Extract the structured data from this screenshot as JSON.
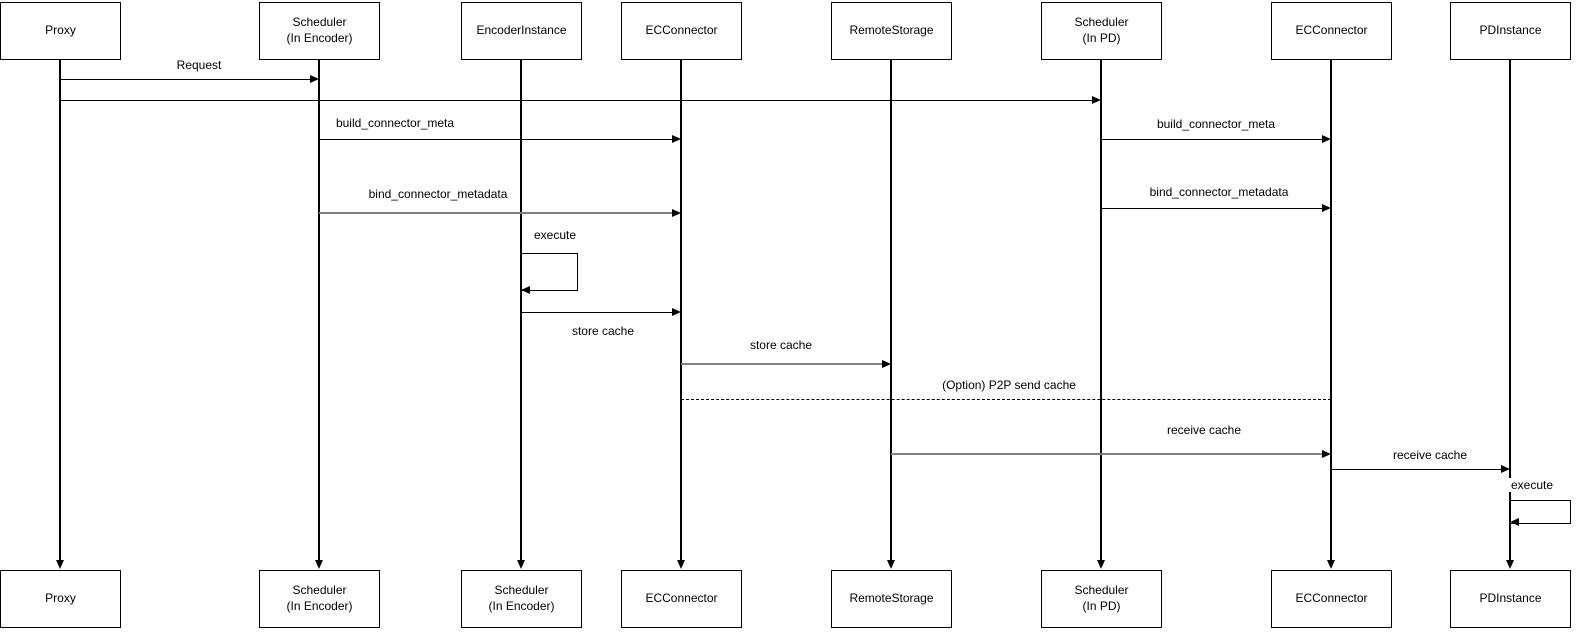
{
  "diagram": {
    "type": "uml-sequence-diagram",
    "background_color": "#ffffff",
    "line_color": "#000000",
    "secondary_line_color": "#808080",
    "text_color": "#000000"
  },
  "participants": [
    {
      "id": "proxy",
      "top_label": "Proxy",
      "bottom_label": "Proxy"
    },
    {
      "id": "scheduler-encoder",
      "top_label": "Scheduler\n(In Encoder)",
      "bottom_label": "Scheduler\n(In Encoder)"
    },
    {
      "id": "encoder-instance",
      "top_label": "EncoderInstance",
      "bottom_label": "Scheduler\n(In Encoder)"
    },
    {
      "id": "ec-connector-1",
      "top_label": "ECConnector",
      "bottom_label": "ECConnector"
    },
    {
      "id": "remote-storage",
      "top_label": "RemoteStorage",
      "bottom_label": "RemoteStorage"
    },
    {
      "id": "scheduler-pd",
      "top_label": "Scheduler\n(In PD)",
      "bottom_label": "Scheduler\n(In PD)"
    },
    {
      "id": "ec-connector-2",
      "top_label": "ECConnector",
      "bottom_label": "ECConnector"
    },
    {
      "id": "pd-instance",
      "top_label": "PDInstance",
      "bottom_label": "PDInstance"
    }
  ],
  "messages": [
    {
      "label": "Request",
      "from": "Proxy",
      "to": "Scheduler (In Encoder)",
      "style": "solid"
    },
    {
      "label": "",
      "from": "Proxy",
      "to": "Scheduler (In PD)",
      "style": "solid"
    },
    {
      "label": "build_connector_meta",
      "from": "Scheduler (In Encoder)",
      "to": "ECConnector",
      "style": "solid"
    },
    {
      "label": "build_connector_meta",
      "from": "Scheduler (In PD)",
      "to": "ECConnector",
      "style": "solid"
    },
    {
      "label": "bind_connector_metadata",
      "from": "Scheduler (In Encoder)",
      "to": "ECConnector",
      "style": "solid"
    },
    {
      "label": "bind_connector_metadata",
      "from": "Scheduler (In PD)",
      "to": "ECConnector",
      "style": "solid"
    },
    {
      "label": "execute",
      "from": "EncoderInstance",
      "to": "EncoderInstance",
      "style": "self"
    },
    {
      "label": "store cache",
      "from": "EncoderInstance",
      "to": "ECConnector",
      "style": "solid"
    },
    {
      "label": "store cache",
      "from": "ECConnector",
      "to": "RemoteStorage",
      "style": "solid"
    },
    {
      "label": "(Option) P2P send cache",
      "from": "ECConnector",
      "to": "ECConnector (In PD)",
      "style": "dashed"
    },
    {
      "label": "receive cache",
      "from": "RemoteStorage",
      "to": "ECConnector (In PD)",
      "style": "solid"
    },
    {
      "label": "receive cache",
      "from": "ECConnector (In PD)",
      "to": "PDInstance",
      "style": "solid"
    },
    {
      "label": "execute",
      "from": "PDInstance",
      "to": "PDInstance",
      "style": "self"
    }
  ]
}
